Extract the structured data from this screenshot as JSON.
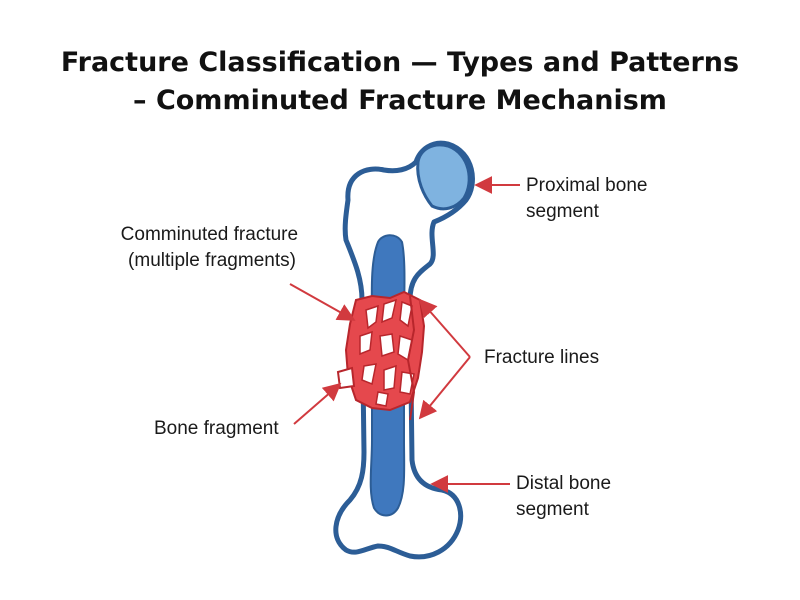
{
  "title": {
    "line1": "Fracture Classification — Types and Patterns",
    "line2": "– Comminuted Fracture Mechanism"
  },
  "labels": {
    "proximal": [
      "Proximal bone",
      "segment"
    ],
    "comminuted": [
      "Comminuted fracture",
      "(multiple fragments)"
    ],
    "fracture_lines": "Fracture lines",
    "bone_fragment": "Bone fragment",
    "distal": [
      "Distal bone",
      "segment"
    ]
  },
  "colors": {
    "bone_outline": "#2c5d96",
    "cortex_fill": "#ffffff",
    "marrow_fill": "#3f78be",
    "head_fill": "#7fb3e0",
    "fracture_fill": "#e5484d",
    "arrow": "#d13a3f"
  }
}
